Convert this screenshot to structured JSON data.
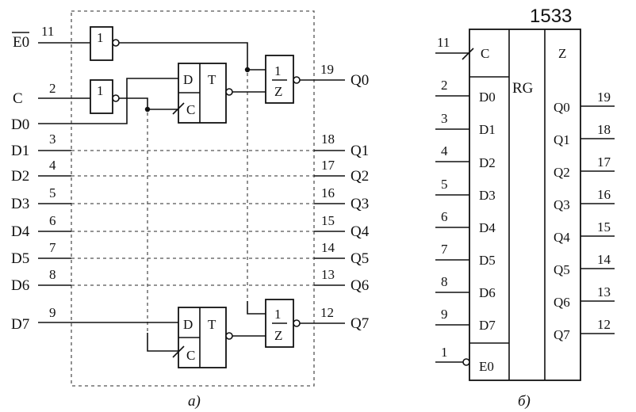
{
  "figure_a": {
    "label": "а)",
    "inputs": [
      {
        "name": "E0",
        "pin": "11"
      },
      {
        "name": "C",
        "pin": "2"
      },
      {
        "name": "D0",
        "pin": ""
      },
      {
        "name": "D1",
        "pin": "3"
      },
      {
        "name": "D2",
        "pin": "4"
      },
      {
        "name": "D3",
        "pin": "5"
      },
      {
        "name": "D4",
        "pin": "6"
      },
      {
        "name": "D5",
        "pin": "7"
      },
      {
        "name": "D6",
        "pin": "8"
      },
      {
        "name": "D7",
        "pin": "9"
      }
    ],
    "outputs": [
      {
        "name": "Q0",
        "pin": "19"
      },
      {
        "name": "Q1",
        "pin": "18"
      },
      {
        "name": "Q2",
        "pin": "17"
      },
      {
        "name": "Q3",
        "pin": "16"
      },
      {
        "name": "Q4",
        "pin": "15"
      },
      {
        "name": "Q5",
        "pin": "14"
      },
      {
        "name": "Q6",
        "pin": "13"
      },
      {
        "name": "Q7",
        "pin": "12"
      }
    ],
    "gates": {
      "inverter": "1",
      "trigger_d": "D",
      "trigger_c": "C",
      "trigger_t": "T",
      "buffer_one": "1",
      "buffer_z": "Z"
    }
  },
  "figure_b": {
    "label": "б)",
    "title": "1533",
    "clock": {
      "name": "C",
      "pin": "11"
    },
    "enable": {
      "name": "E0",
      "pin": "1"
    },
    "register": "RG",
    "z": "Z",
    "inputs": [
      {
        "name": "D0",
        "pin": "2"
      },
      {
        "name": "D1",
        "pin": "3"
      },
      {
        "name": "D2",
        "pin": "4"
      },
      {
        "name": "D3",
        "pin": "5"
      },
      {
        "name": "D4",
        "pin": "6"
      },
      {
        "name": "D5",
        "pin": "7"
      },
      {
        "name": "D6",
        "pin": "8"
      },
      {
        "name": "D7",
        "pin": "9"
      }
    ],
    "outputs": [
      {
        "name": "Q0",
        "pin": "19"
      },
      {
        "name": "Q1",
        "pin": "18"
      },
      {
        "name": "Q2",
        "pin": "17"
      },
      {
        "name": "Q3",
        "pin": "16"
      },
      {
        "name": "Q4",
        "pin": "15"
      },
      {
        "name": "Q5",
        "pin": "14"
      },
      {
        "name": "Q6",
        "pin": "13"
      },
      {
        "name": "Q7",
        "pin": "12"
      }
    ]
  }
}
